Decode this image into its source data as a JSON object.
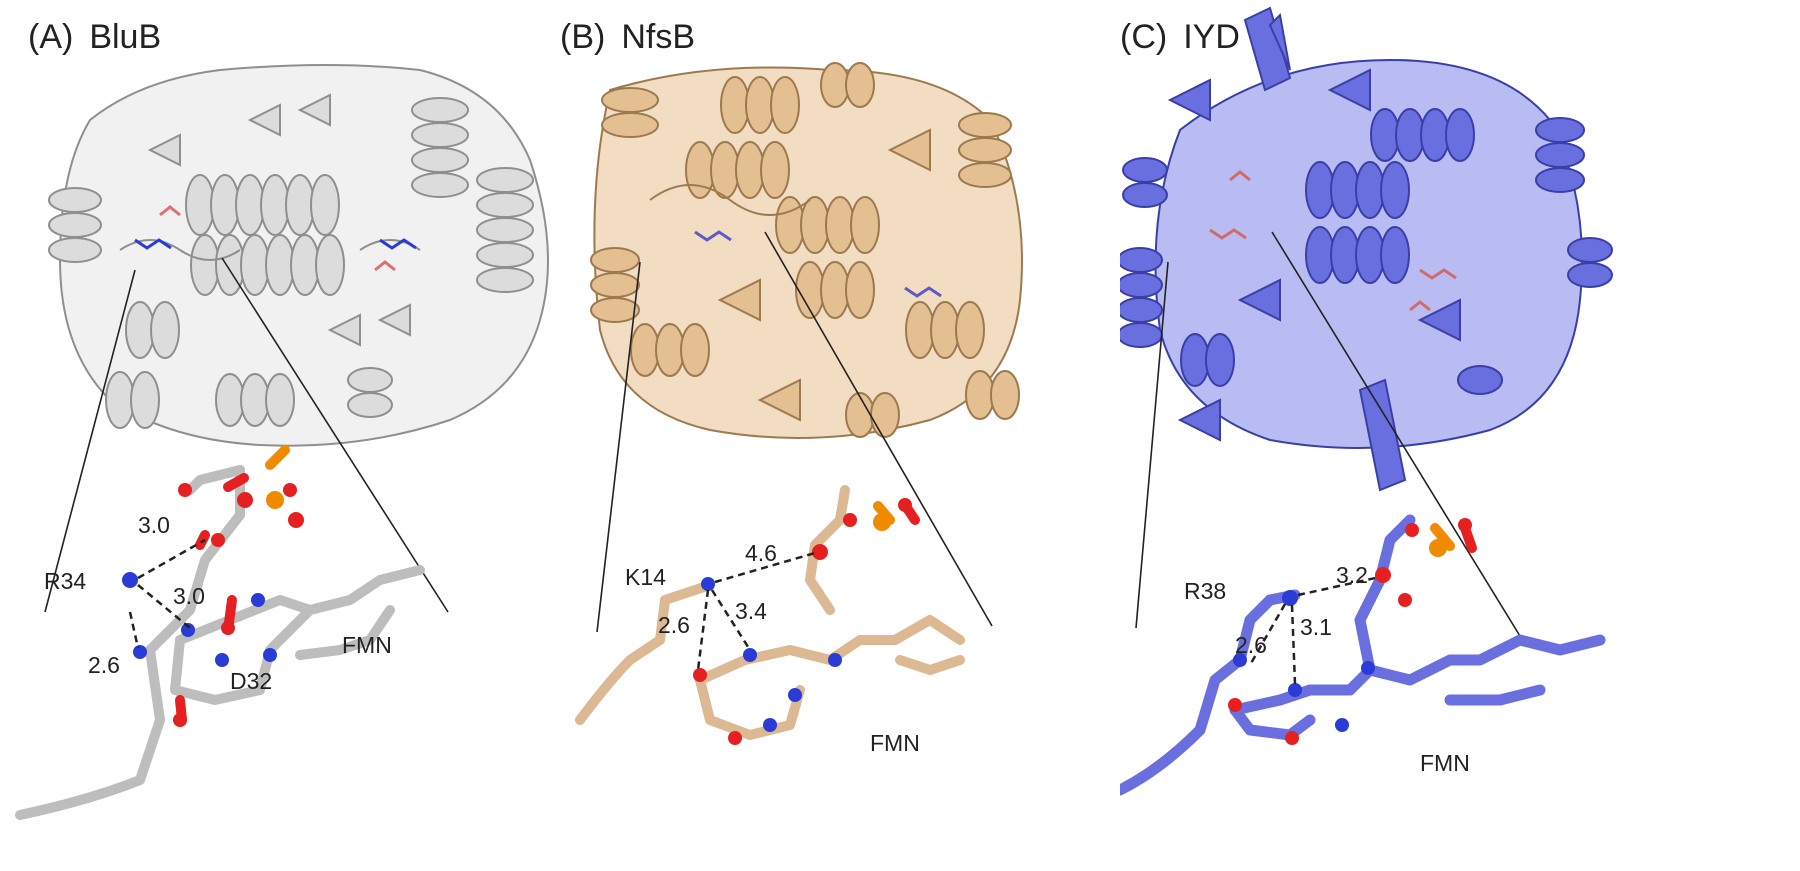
{
  "panels": [
    {
      "tag": "(A)",
      "name": "BluB",
      "residue": "R34",
      "residue2": "D32",
      "ligand": "FMN",
      "distances": [
        "3.0",
        "3.0",
        "2.6"
      ],
      "color": "#d9d9d9"
    },
    {
      "tag": "(B)",
      "name": "NfsB",
      "residue": "K14",
      "ligand": "FMN",
      "distances": [
        "4.6",
        "2.6",
        "3.4"
      ],
      "color": "#e4bf92"
    },
    {
      "tag": "(C)",
      "name": "IYD",
      "residue": "R38",
      "ligand": "FMN",
      "distances": [
        "3.2",
        "2.6",
        "3.1"
      ],
      "color": "#6a6fe0"
    }
  ],
  "atom_colors": {
    "oxygen": "#e62020",
    "nitrogen": "#2a3bd6",
    "phosphorus": "#f08a00"
  }
}
